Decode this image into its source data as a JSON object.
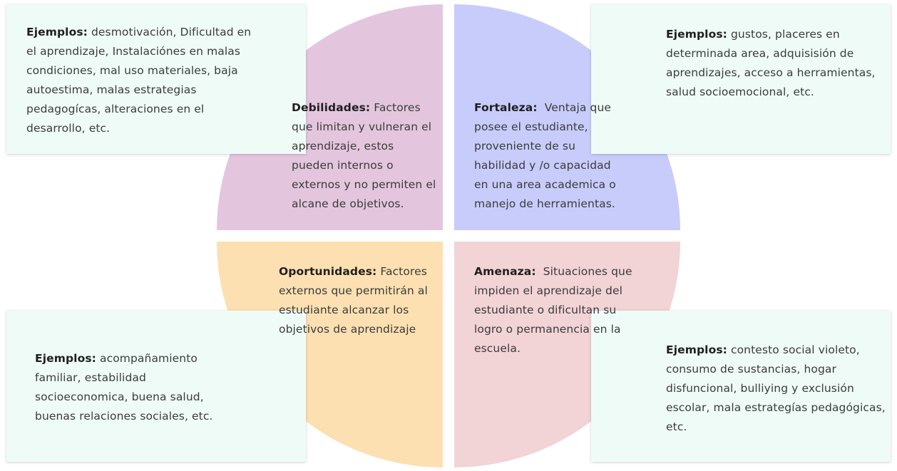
{
  "colors": {
    "debilidades": "#e3c6de",
    "fortaleza": "#c7ccfb",
    "oportunidades": "#fce0b1",
    "amenaza": "#f2d3d6",
    "card_background": "#effbf7"
  },
  "quadrants": {
    "debilidades": {
      "label": "Debilidades:",
      "text": " Factores que limitan y vulneran el aprendizaje, estos pueden internos o externos y no permiten el alcane de objetivos."
    },
    "fortaleza": {
      "label": "Fortaleza:",
      "text": "  Ventaja que posee el estudiante, proveniente de su habilidad y /o capacidad en una area academica o manejo de herramientas."
    },
    "oportunidades": {
      "label": "Oportunidades:",
      "text": " Factores externos que permitirán al estudiante alcanzar los objetivos de aprendizaje"
    },
    "amenaza": {
      "label": "Amenaza:",
      "text": "  Situaciones que impiden el aprendizaje del estudiante o dificultan su logro o permanencia en la escuela."
    }
  },
  "examples": {
    "debilidades": {
      "label": "Ejemplos:",
      "text": " desmotivación, Dificultad en el aprendizaje, Instalaciónes en malas condiciones, mal uso materiales, baja autoestima, malas estrategias pedagogícas, alteraciones en el desarrollo, etc."
    },
    "fortaleza": {
      "label": "Ejemplos:",
      "text": " gustos, placeres en determinada area, adquisisión de aprendizajes, acceso a herramientas, salud socioemocional, etc."
    },
    "oportunidades": {
      "label": "Ejemplos:",
      "text": " acompañamiento familiar, estabilidad socioeconomica, buena salud, buenas relaciones sociales, etc."
    },
    "amenaza": {
      "label": "Ejemplos:",
      "text": " contesto social violeto, consumo de sustancias, hogar disfuncional, bulliying y exclusión escolar, mala estrategías pedagógicas, etc."
    }
  }
}
